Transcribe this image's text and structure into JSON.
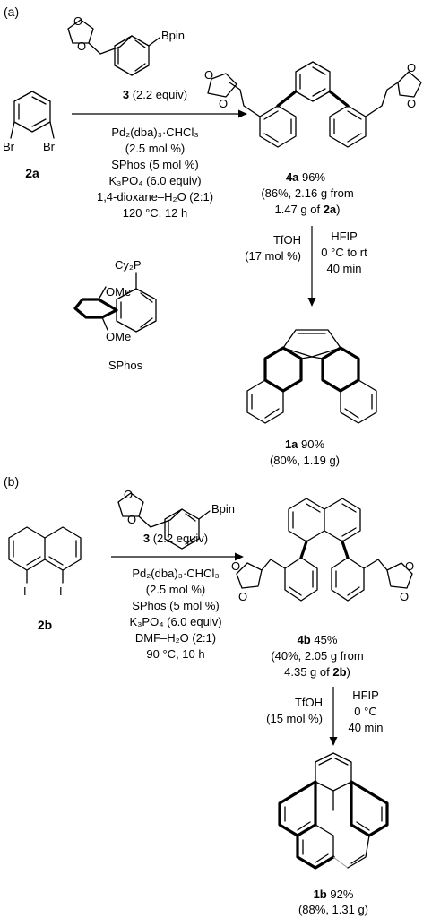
{
  "part_a": {
    "panel_label": "(a)",
    "reagent_3_group": "Bpin",
    "start_atoms": [
      "Br",
      "Br"
    ],
    "start_id": "2a",
    "reagent_id": "3",
    "reagent_equiv": " (2.2 equiv)",
    "conditions": [
      "Pd₂(dba)₃·CHCl₃",
      "(2.5 mol %)",
      "SPhos (5 mol %)",
      "K₃PO₄ (6.0 equiv)",
      "1,4-dioxane–H₂O (2:1)",
      "120 °C, 12 h"
    ],
    "intermediate_id": "4a",
    "intermediate_yield": "96%",
    "intermediate_note_1": "(86%, 2.16 g from",
    "intermediate_note_2a": "1.47 g of ",
    "intermediate_note_2b": "2a",
    "intermediate_note_2c": ")",
    "step2_left": [
      "TfOH",
      "(17 mol %)"
    ],
    "step2_right": [
      "HFIP",
      "0 °C to rt",
      "40 min"
    ],
    "sphos_cy2p": "Cy₂P",
    "sphos_ome_1": "OMe",
    "sphos_ome_2": "OMe",
    "sphos_name": "SPhos",
    "product_id": "1a",
    "product_yield": "90%",
    "product_note": "(80%, 1.19 g)"
  },
  "part_b": {
    "panel_label": "(b)",
    "reagent_3_group": "Bpin",
    "start_atoms": [
      "I",
      "I"
    ],
    "start_id": "2b",
    "reagent_id": "3",
    "reagent_equiv": " (2.2 equiv)",
    "conditions": [
      "Pd₂(dba)₃·CHCl₃",
      "(2.5 mol %)",
      "SPhos (5 mol %)",
      "K₃PO₄ (6.0 equiv)",
      "DMF–H₂O (2:1)",
      "90 °C, 10 h"
    ],
    "intermediate_id": "4b",
    "intermediate_yield": "45%",
    "intermediate_note_1": "(40%, 2.05 g from",
    "intermediate_note_2a": "4.35 g of ",
    "intermediate_note_2b": "2b",
    "intermediate_note_2c": ")",
    "step2_left": [
      "TfOH",
      "(15 mol %)"
    ],
    "step2_right": [
      "HFIP",
      "0 °C",
      "40 min"
    ],
    "product_id": "1b",
    "product_yield": "92%",
    "product_note": "(88%, 1.31 g)"
  }
}
